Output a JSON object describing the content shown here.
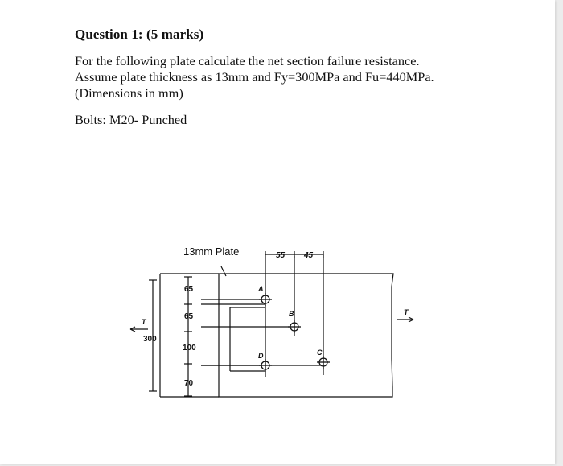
{
  "question": {
    "title": "Question 1: (5 marks)",
    "lines": [
      "For the following plate calculate the net section failure resistance.",
      "Assume plate thickness as 13mm and Fy=300MPa and Fu=440MPa.",
      "(Dimensions in mm)"
    ],
    "bolts": "Bolts: M20- Punched"
  },
  "figure": {
    "plate_label": "13mm Plate",
    "overall_depth": "300",
    "spacings": [
      "65",
      "65",
      "100",
      "70"
    ],
    "horizontal_dims": [
      "55",
      "45"
    ],
    "holes": [
      "A",
      "B",
      "D",
      "C"
    ],
    "tension_labels": [
      "T",
      "T"
    ]
  }
}
